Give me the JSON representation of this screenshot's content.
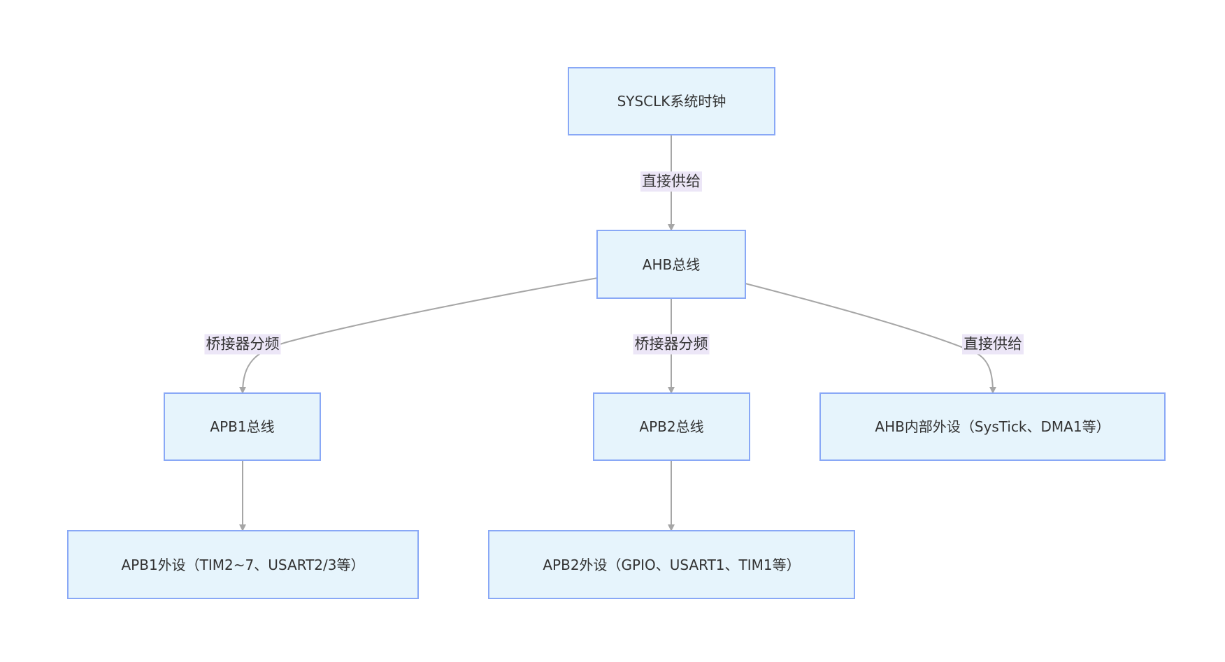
{
  "diagram": {
    "nodes": {
      "sysclk": "SYSCLK系统时钟",
      "ahb": "AHB总线",
      "apb1": "APB1总线",
      "apb2": "APB2总线",
      "ahb_peripherals": "AHB内部外设（SysTick、DMA1等）",
      "apb1_peripherals": "APB1外设（TIM2~7、USART2/3等）",
      "apb2_peripherals": "APB2外设（GPIO、USART1、TIM1等）"
    },
    "edges": {
      "sysclk_to_ahb": "直接供给",
      "ahb_to_apb1": "桥接器分频",
      "ahb_to_apb2": "桥接器分频",
      "ahb_to_ahb_peripherals": "直接供给"
    },
    "colors": {
      "node_fill": "#e6f4fc",
      "node_border": "#89a8f6",
      "edge_line": "#a6a6a6",
      "label_background": "#ece6f7",
      "text": "#333333"
    }
  }
}
